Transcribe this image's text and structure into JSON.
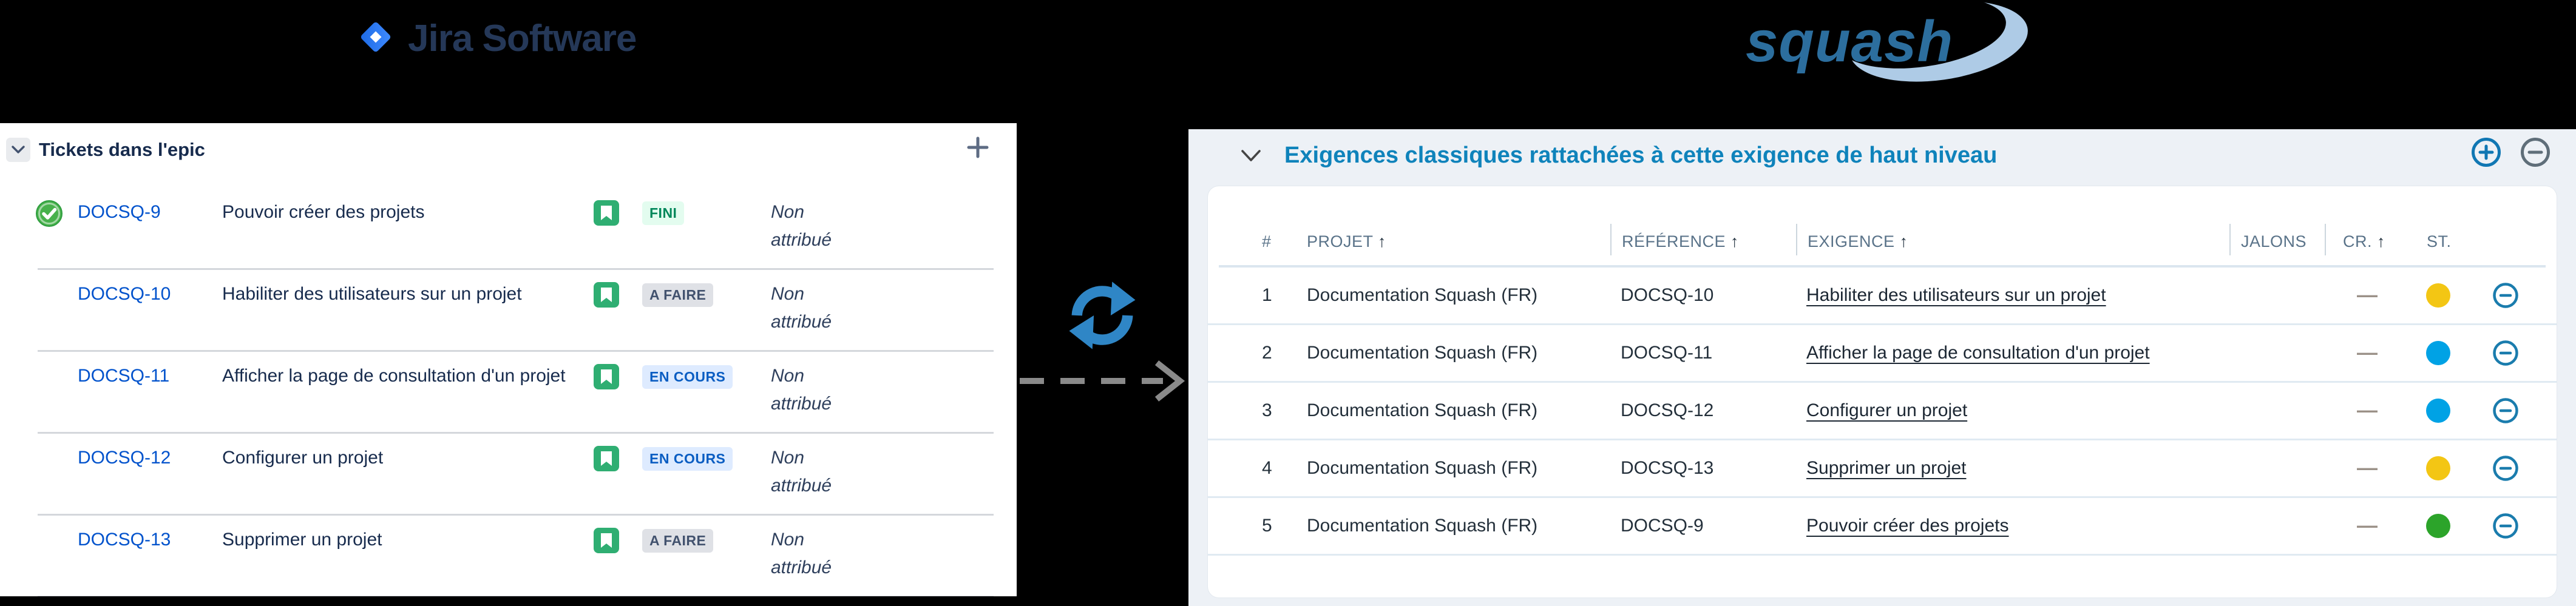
{
  "jira_logo": {
    "text": "Jira Software"
  },
  "squash_logo": {
    "text": "squash"
  },
  "jira_panel": {
    "title": "Tickets dans l'epic",
    "rows": [
      {
        "key": "DOCSQ-9",
        "summary": "Pouvoir créer des projets",
        "status": "FINI",
        "assignee": "Non attribué"
      },
      {
        "key": "DOCSQ-10",
        "summary": "Habiliter des utilisateurs sur un projet",
        "status": "A FAIRE",
        "assignee": "Non attribué"
      },
      {
        "key": "DOCSQ-11",
        "summary": "Afficher la page de consultation d'un projet",
        "status": "EN COURS",
        "assignee": "Non attribué"
      },
      {
        "key": "DOCSQ-12",
        "summary": "Configurer un projet",
        "status": "EN COURS",
        "assignee": "Non attribué"
      },
      {
        "key": "DOCSQ-13",
        "summary": "Supprimer un projet",
        "status": "A FAIRE",
        "assignee": "Non attribué"
      }
    ]
  },
  "squash_panel": {
    "title": "Exigences classiques rattachées à cette exigence de haut niveau",
    "columns": {
      "num": "#",
      "project": "PROJET",
      "reference": "RÉFÉRENCE",
      "requirement": "EXIGENCE",
      "milestones": "JALONS",
      "cr": "CR.",
      "st": "ST."
    },
    "rows": [
      {
        "num": "1",
        "project": "Documentation Squash (FR)",
        "reference": "DOCSQ-10",
        "requirement": "Habiliter des utilisateurs sur un projet",
        "milestones": "—",
        "cr_color": "#f3c614"
      },
      {
        "num": "2",
        "project": "Documentation Squash (FR)",
        "reference": "DOCSQ-11",
        "requirement": "Afficher la page de consultation d'un projet",
        "milestones": "—",
        "cr_color": "#00a2e5"
      },
      {
        "num": "3",
        "project": "Documentation Squash (FR)",
        "reference": "DOCSQ-12",
        "requirement": "Configurer un projet",
        "milestones": "—",
        "cr_color": "#00a2e5"
      },
      {
        "num": "4",
        "project": "Documentation Squash (FR)",
        "reference": "DOCSQ-13",
        "requirement": "Supprimer un projet",
        "milestones": "—",
        "cr_color": "#f3c614"
      },
      {
        "num": "5",
        "project": "Documentation Squash (FR)",
        "reference": "DOCSQ-9",
        "requirement": "Pouvoir créer des projets",
        "milestones": "—",
        "cr_color": "#2ca42a"
      }
    ]
  },
  "icons": {
    "sort_asc": "↑"
  },
  "colors": {
    "jira_text": "#253858",
    "jira_link": "#0052CC",
    "jira_title": "#172B4D",
    "story_green": "#2fae72",
    "done_green": "#48b14c",
    "lozenge_done_bg": "#e3fcef",
    "lozenge_done_fg": "#00875a",
    "lozenge_todo_bg": "#dfe1e6",
    "lozenge_todo_fg": "#42526e",
    "lozenge_prog_bg": "#deebff",
    "lozenge_prog_fg": "#0a5dc2",
    "squash_text": "#2c6e9e",
    "squash_swoosh": "#aecbe6",
    "squash_title": "#0f83bb",
    "panel_bg": "#edf1f6",
    "sync_blue": "#2f86c6",
    "arrow_gray": "#8a8a8a",
    "cr_yellow": "#f3c614",
    "cr_blue": "#00a2e5",
    "cr_green": "#2ca42a",
    "st_icon_blue": "#1a7cad"
  }
}
